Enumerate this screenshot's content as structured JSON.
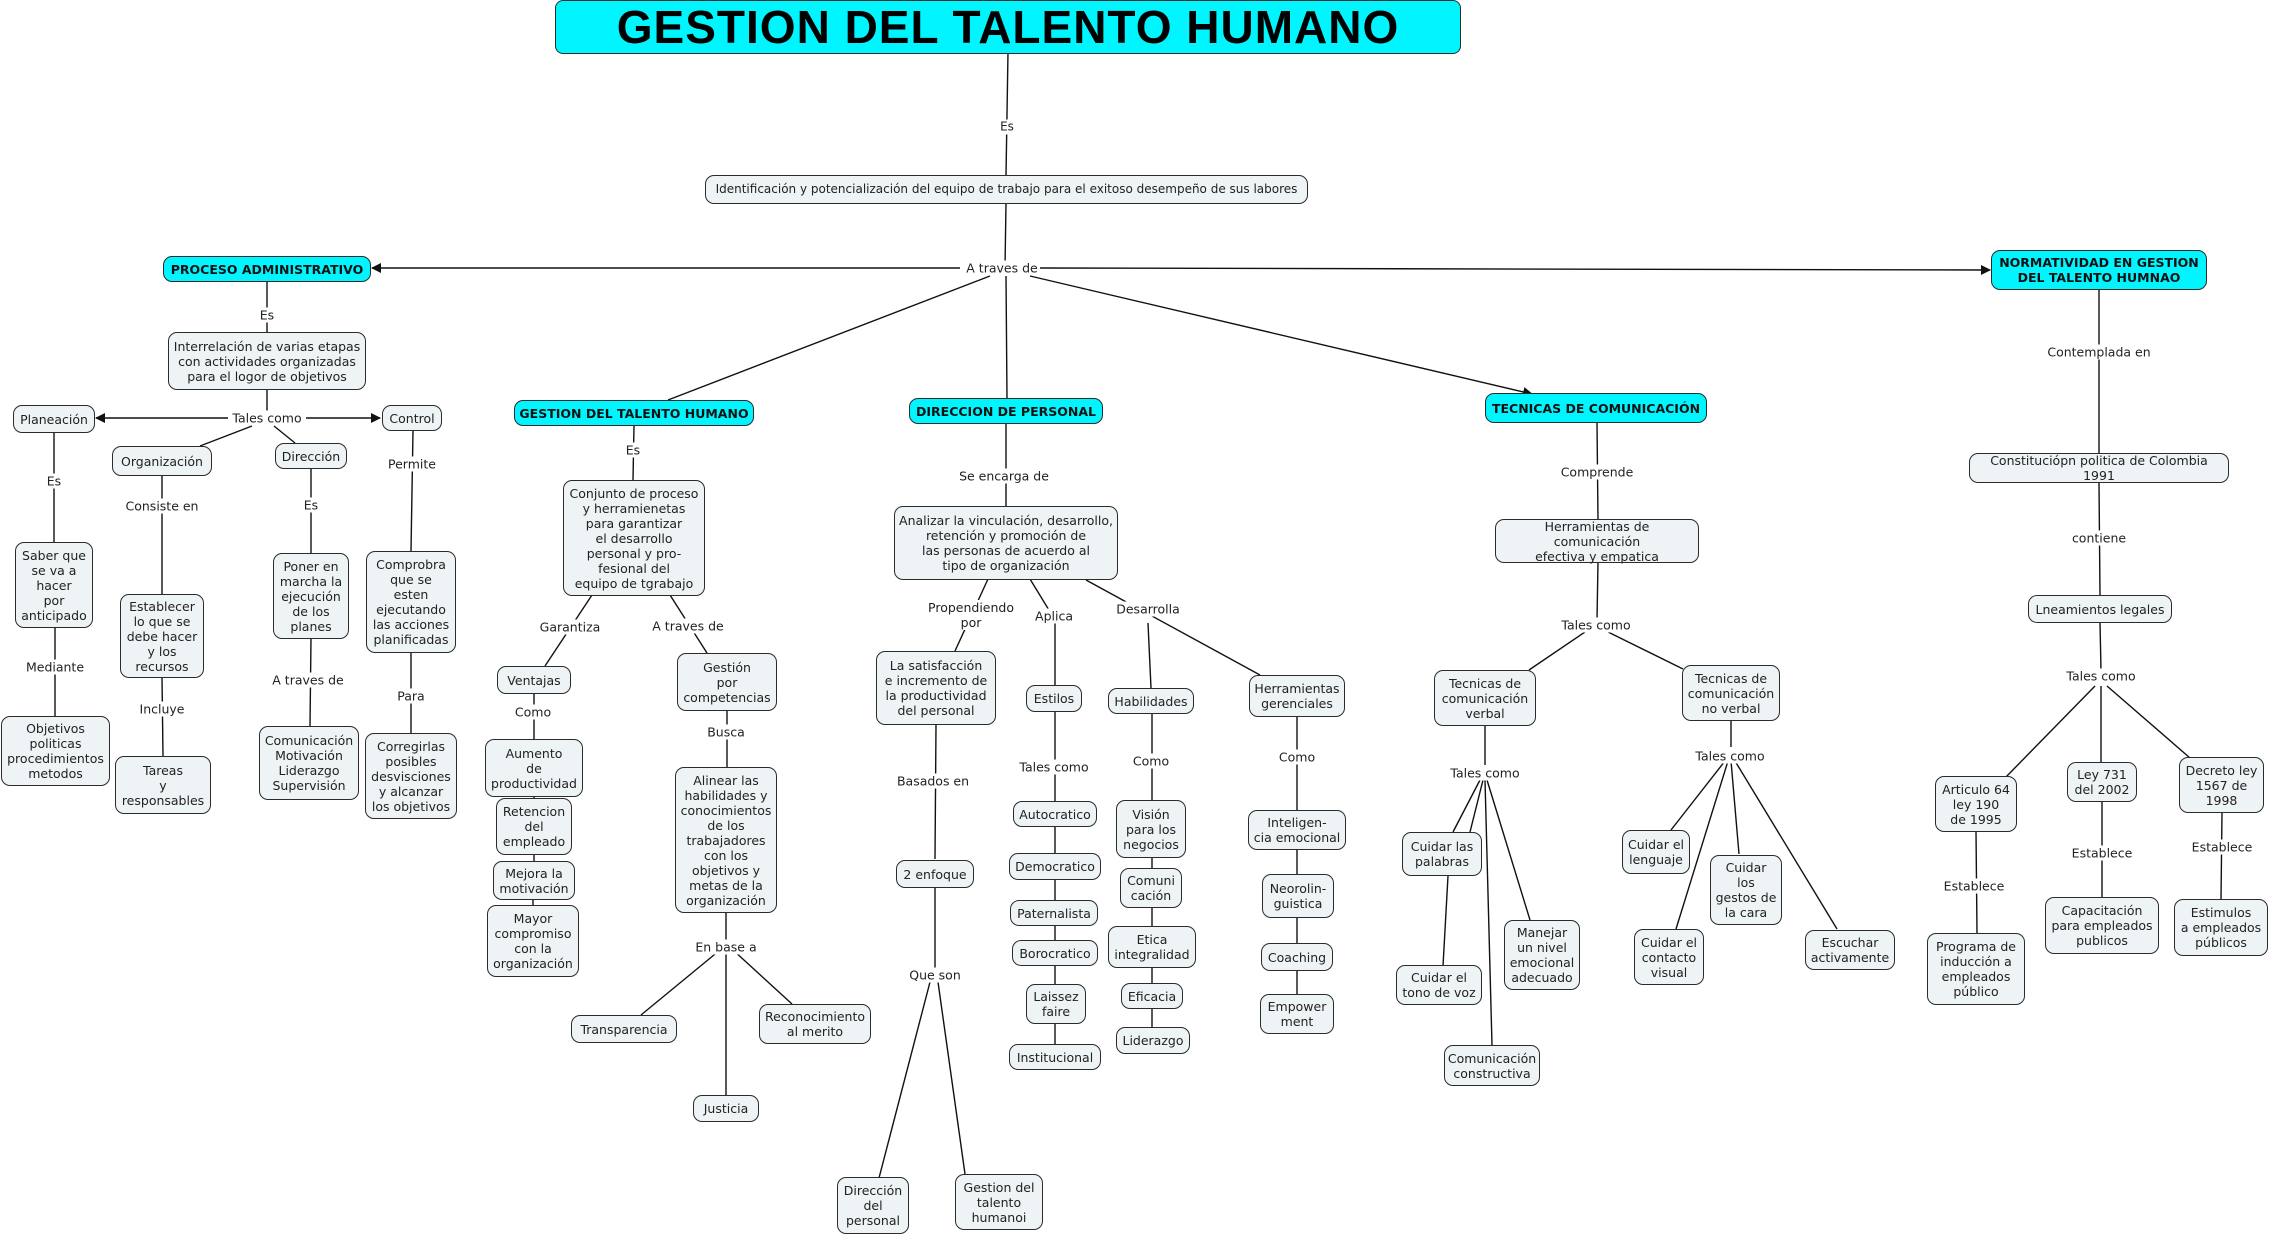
{
  "title": "GESTION DEL TALENTO HUMANO",
  "colors": {
    "main_concept_fill": "#00f5ff",
    "concept_fill": "#eef3f5",
    "border": "#2b2b2b",
    "line": "#111111",
    "background": "#ffffff"
  },
  "nodes": {
    "root_def": "Identificación y potencialización del equipo de trabajo para el exitoso desempeño de sus labores",
    "proceso_admin": "PROCESO ADMINISTRATIVO",
    "interrelacion": "Interrelación de varias etapas\ncon actividades organizadas\npara el logor de objetivos",
    "planeacion": "Planeación",
    "organizacion": "Organización",
    "direccion": "Dirección",
    "control": "Control",
    "saber": "Saber que\nse va a\nhacer\npor\nanticipado",
    "objetivos": "Objetivos\npoliticas\nprocedimientos\nmetodos",
    "establecer": "Establecer\nlo que se\ndebe hacer\ny los\nrecursos",
    "tareas": "Tareas\ny\nresponsables",
    "poner": "Poner en\nmarcha la\nejecución\nde los\nplanes",
    "comunicacion_mot": "Comunicación\nMotivación\nLiderazgo\nSupervisión",
    "comprobra": "Comprobra\nque se\nesten\nejecutando\nlas acciones\nplanificadas",
    "corregirlas": "Corregirlas\nposibles\ndesvisciones\ny alcanzar\nlos objetivos",
    "gth": "GESTION DEL TALENTO HUMANO",
    "conjunto": "Conjunto de proceso\ny herramienetas\npara garantizar\nel desarrollo\npersonal y pro-\nfesional del\nequipo de tgrabajo",
    "ventajas": "Ventajas",
    "aumento": "Aumento\nde\nproductividad",
    "retencion": "Retencion\ndel\nempleado",
    "mejora": "Mejora la\nmotivación",
    "mayor": "Mayor\ncompromiso\ncon la\norganización",
    "gestion_comp": "Gestión\npor\ncompetencias",
    "alinear": "Alinear las\nhabilidades y\nconocimientos\nde los\ntrabajadores\ncon los\nobjetivos y\nmetas de la\norganización",
    "transparencia": "Transparencia",
    "justicia": "Justicia",
    "reconocimiento": "Reconocimiento\nal merito",
    "direccion_personal": "DIRECCION DE PERSONAL",
    "analizar": "Analizar la vinculación, desarrollo,\nretención y promoción de\nlas personas de acuerdo al\ntipo de organización",
    "satisfaccion": "La satisfacción\ne incremento de\nla productividad\ndel personal",
    "enfoque": "2 enfoque",
    "dir_personal": "Dirección\ndel\npersonal",
    "gest_humanoi": "Gestion del\ntalento\nhumanoi",
    "estilos": "Estilos",
    "autocratico": "Autocratico",
    "democratico": "Democratico",
    "paternalista": "Paternalista",
    "borocratico": "Borocratico",
    "laissez": "Laissez\nfaire",
    "institucional": "Institucional",
    "habilidades": "Habilidades",
    "vision": "Visión\npara los\nnegocios",
    "comuni": "Comuni\ncación",
    "etica": "Etica\nintegralidad",
    "eficacia": "Eficacia",
    "liderazgo": "Liderazgo",
    "herr_gerenciales": "Herramientas\ngerenciales",
    "inteligencia": "Inteligen-\ncia emocional",
    "neorolin": "Neorolin-\nguistica",
    "coaching": "Coaching",
    "empower": "Empower\nment",
    "tecnicas": "TECNICAS DE COMUNICACIÓN",
    "herr_com": "Herramientas de comunicación\nefectiva y empatica",
    "verbal": "Tecnicas de\ncomunicación\nverbal",
    "no_verbal": "Tecnicas de\ncomunicación\nno verbal",
    "cuidar_palabras": "Cuidar las\npalabras",
    "cuidar_tono": "Cuidar el\ntono de voz",
    "com_constructiva": "Comunicación\nconstructiva",
    "manejar": "Manejar\nun nivel\nemocional\nadecuado",
    "cuidar_lenguaje": "Cuidar el\nlenguaje",
    "cuidar_contacto": "Cuidar el\ncontacto\nvisual",
    "cuidar_gestos": "Cuidar\nlos\ngestos de\nla cara",
    "escuchar": "Escuchar\nactivamente",
    "normatividad": "NORMATIVIDAD EN GESTION\nDEL TALENTO HUMNAO",
    "constitucion": "Constituciópn politica de Colombia 1991",
    "lineamientos": "Lneamientos legales",
    "articulo64": "Articulo 64\nley 190\nde 1995",
    "ley731": "Ley 731\ndel 2002",
    "decreto": "Decreto ley\n1567 de\n1998",
    "programa": "Programa de\ninducción a\nempleados\npúblico",
    "capacitacion": "Capacitación\npara empleados\npublicos",
    "estimulos": "Estimulos\na empleados\npúblicos"
  },
  "links": {
    "es_root": "Es",
    "a_traves_de_root": "A traves de",
    "es_pa": "Es",
    "tales_como_pa": "Tales como",
    "es_plan": "Es",
    "mediante": "Mediante",
    "consiste_en": "Consiste en",
    "incluye": "Incluye",
    "es_dir": "Es",
    "a_traves_de_dir": "A traves de",
    "permite": "Permite",
    "para": "Para",
    "es_gth": "Es",
    "garantiza": "Garantiza",
    "a_traves_de_gth": "A traves de",
    "como_vent": "Como",
    "busca": "Busca",
    "en_base_a": "En base a",
    "se_encarga_de": "Se encarga de",
    "propendiendo": "Propendiendo\npor",
    "aplica": "Aplica",
    "desarrolla": "Desarrolla",
    "basados_en": "Basados en",
    "que_son": "Que son",
    "tales_como_est": "Tales como",
    "como_hab": "Como",
    "como_herr": "Como",
    "comprende": "Comprende",
    "tales_como_tec": "Tales como",
    "tales_como_verbal": "Tales como",
    "tales_como_noverbal": "Tales como",
    "contemplada_en": "Contemplada en",
    "contiene": "contiene",
    "tales_como_lin": "Tales como",
    "establece_1": "Establece",
    "establece_2": "Establece",
    "establece_3": "Establece"
  }
}
